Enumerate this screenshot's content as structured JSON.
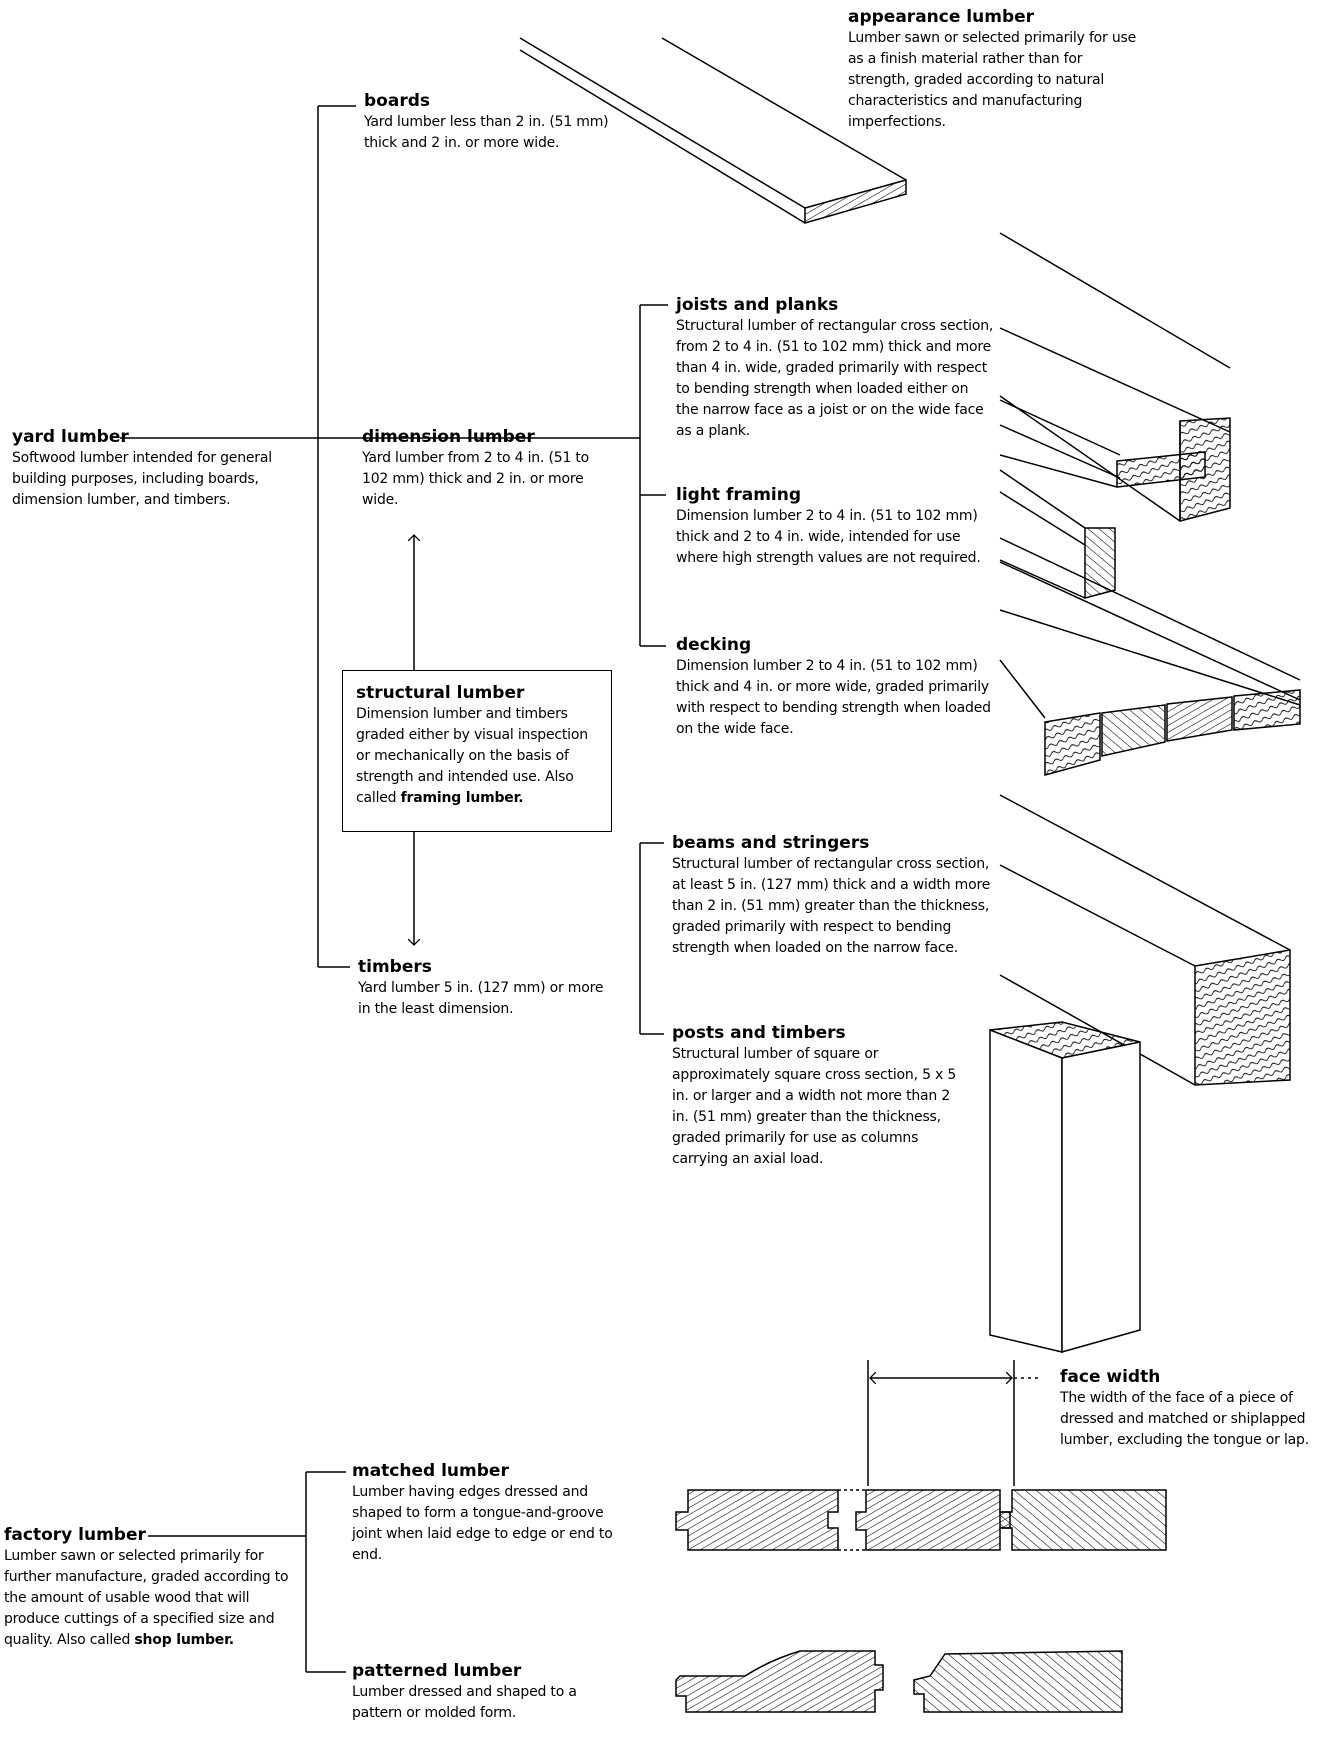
{
  "terms": {
    "appearance_lumber": {
      "title": "appearance lumber",
      "desc": "Lumber sawn or selected primarily for use as a finish material rather than for strength, graded according to natural characteristics and manufacturing imperfections."
    },
    "boards": {
      "title": "boards",
      "desc": "Yard lumber less than 2 in. (51 mm) thick and 2 in. or more wide."
    },
    "yard_lumber": {
      "title": "yard lumber",
      "desc": "Softwood lumber intended for general building purposes, including boards, dimension lumber, and timbers."
    },
    "dimension_lumber": {
      "title": "dimension lumber",
      "desc": "Yard lumber from 2 to 4 in. (51 to 102 mm) thick and 2 in. or more wide."
    },
    "joists_and_planks": {
      "title": "joists and planks",
      "desc": "Structural lumber of rectangular cross section, from 2 to 4 in. (51 to 102 mm) thick and more than 4 in. wide, graded primarily with respect to bending strength when loaded either on the narrow face as a joist or on the wide face as a plank."
    },
    "light_framing": {
      "title": "light framing",
      "desc": "Dimension lumber 2 to 4 in. (51 to 102 mm) thick and 2 to 4 in. wide, intended for use where high strength values are not required."
    },
    "decking": {
      "title": "decking",
      "desc": "Dimension lumber 2 to 4 in. (51 to 102 mm) thick and 4 in. or more wide, graded primarily with respect to bending strength when loaded on the wide face."
    },
    "structural_lumber": {
      "title": "structural lumber",
      "desc": "Dimension lumber and timbers graded either by visual inspection or mechanically on the basis of strength and intended use. Also called",
      "desc_bold": "framing lumber."
    },
    "beams_and_stringers": {
      "title": "beams and stringers",
      "desc": "Structural lumber of rectangular cross section, at least 5 in. (127 mm) thick and a width more than 2 in. (51 mm) greater than the thickness, graded primarily with respect to bending strength when loaded on the narrow face."
    },
    "timbers": {
      "title": "timbers",
      "desc": "Yard lumber 5 in. (127 mm) or more in the least dimension."
    },
    "posts_and_timbers": {
      "title": "posts and timbers",
      "desc": "Structural lumber of square or approximately square cross section, 5 x 5 in. or larger and a width not more than 2 in. (51 mm) greater than the thickness, graded primarily for use as columns carrying an axial load."
    },
    "face_width": {
      "title": "face width",
      "desc": "The width of the face of a piece of dressed and matched or shiplapped lumber, excluding the tongue or lap."
    },
    "matched_lumber": {
      "title": "matched lumber",
      "desc": "Lumber having edges dressed and shaped to form a tongue-and-groove joint when laid edge to edge or end to end."
    },
    "factory_lumber": {
      "title": "factory lumber",
      "desc": "Lumber sawn or selected primarily for further manufacture, graded according to the amount of usable wood that will produce cuttings of a specified size and quality. Also called",
      "desc_bold": "shop lumber."
    },
    "patterned_lumber": {
      "title": "patterned lumber",
      "desc": "Lumber dressed and shaped to a pattern or molded form."
    }
  },
  "icons": [
    "board-illustration",
    "joist-illustration",
    "light-framing-illustration",
    "decking-illustration",
    "beam-illustration",
    "post-illustration",
    "tongue-groove-section",
    "patterned-section",
    "arrow-icon"
  ]
}
